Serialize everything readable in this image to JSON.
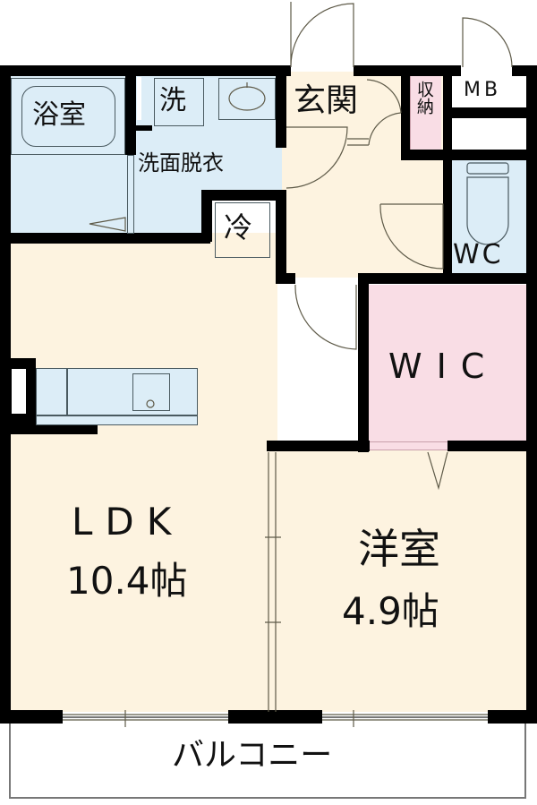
{
  "floorplan": {
    "type": "apartment 1LDK floor plan",
    "colors": {
      "wall": "#000000",
      "living_floor": "#fdf3e0",
      "wet_area": "#dcedf7",
      "storage": "#f9dde5",
      "exterior": "#ffffff",
      "door_line": "#6b6450"
    },
    "rooms": {
      "bathroom": {
        "label": "浴室"
      },
      "washer": {
        "label": "洗"
      },
      "washroom": {
        "label": "洗面脱衣"
      },
      "fridge": {
        "label": "冷"
      },
      "entrance": {
        "label": "玄関"
      },
      "storage": {
        "label": "収納"
      },
      "meter_box": {
        "label": "MB"
      },
      "toilet": {
        "label": "WC"
      },
      "walk_in_closet": {
        "label": "WIC"
      },
      "ldk": {
        "label": "LDK",
        "size": "10.4帖"
      },
      "western_room": {
        "label": "洋室",
        "size": "4.9帖"
      },
      "balcony": {
        "label": "バルコニー"
      }
    }
  }
}
